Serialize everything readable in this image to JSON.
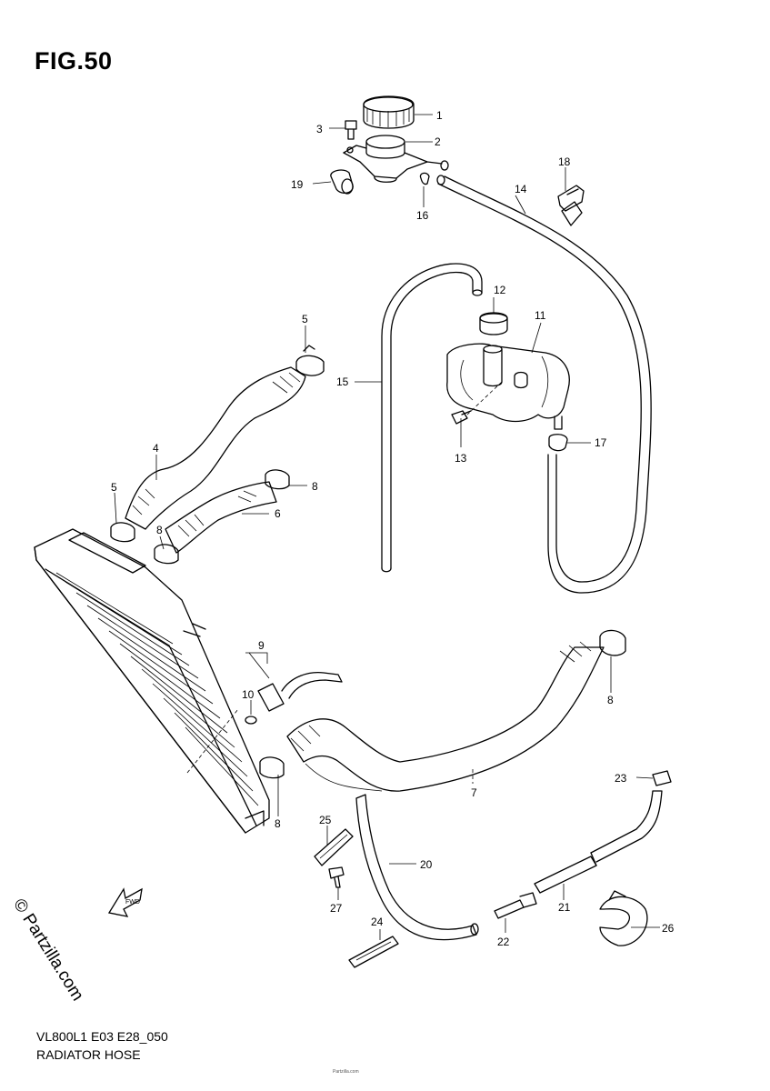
{
  "figure": {
    "title": "FIG.50",
    "model_code": "VL800L1 E03 E28_050",
    "section_name": "RADIATOR HOSE",
    "copyright_small": "Partzilla.com",
    "watermark": "© Partzilla.com",
    "fwd_label": "FWD"
  },
  "callouts": [
    {
      "id": "c1",
      "label": "1"
    },
    {
      "id": "c2",
      "label": "2"
    },
    {
      "id": "c3",
      "label": "3"
    },
    {
      "id": "c4",
      "label": "4"
    },
    {
      "id": "c5a",
      "label": "5"
    },
    {
      "id": "c5b",
      "label": "5"
    },
    {
      "id": "c6",
      "label": "6"
    },
    {
      "id": "c7",
      "label": "7"
    },
    {
      "id": "c8a",
      "label": "8"
    },
    {
      "id": "c8b",
      "label": "8"
    },
    {
      "id": "c8c",
      "label": "8"
    },
    {
      "id": "c8d",
      "label": "8"
    },
    {
      "id": "c9",
      "label": "9"
    },
    {
      "id": "c10",
      "label": "10"
    },
    {
      "id": "c11",
      "label": "11"
    },
    {
      "id": "c12",
      "label": "12"
    },
    {
      "id": "c13",
      "label": "13"
    },
    {
      "id": "c14",
      "label": "14"
    },
    {
      "id": "c15",
      "label": "15"
    },
    {
      "id": "c16",
      "label": "16"
    },
    {
      "id": "c17",
      "label": "17"
    },
    {
      "id": "c18",
      "label": "18"
    },
    {
      "id": "c19",
      "label": "19"
    },
    {
      "id": "c20",
      "label": "20"
    },
    {
      "id": "c21",
      "label": "21"
    },
    {
      "id": "c22",
      "label": "22"
    },
    {
      "id": "c23",
      "label": "23"
    },
    {
      "id": "c24",
      "label": "24"
    },
    {
      "id": "c25",
      "label": "25"
    },
    {
      "id": "c26",
      "label": "26"
    },
    {
      "id": "c27",
      "label": "27"
    }
  ]
}
